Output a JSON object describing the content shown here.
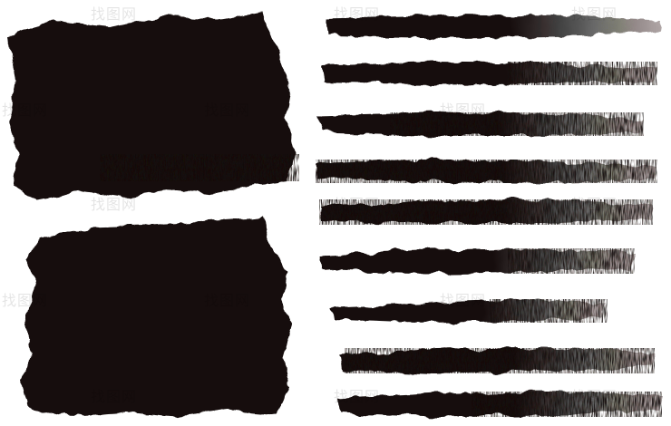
{
  "watermark": {
    "text": "找图网"
  },
  "strokes": {
    "color": "#140d0b",
    "square_count": 2,
    "horizontal_count": 9
  }
}
